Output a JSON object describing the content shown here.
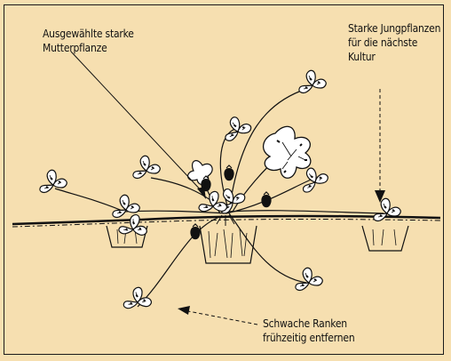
{
  "labels": {
    "mother_plant": [
      "Ausgewählte starke",
      "Mutterpflanze"
    ],
    "young_plants": [
      "Starke Jungpflanzen",
      "für die nächste",
      "Kultur"
    ],
    "weak_runners": [
      "Schwache Ranken",
      "frühzeitig entfernen"
    ]
  },
  "colors": {
    "background": "#f6dfb0",
    "ink": "#1a1a1a"
  }
}
